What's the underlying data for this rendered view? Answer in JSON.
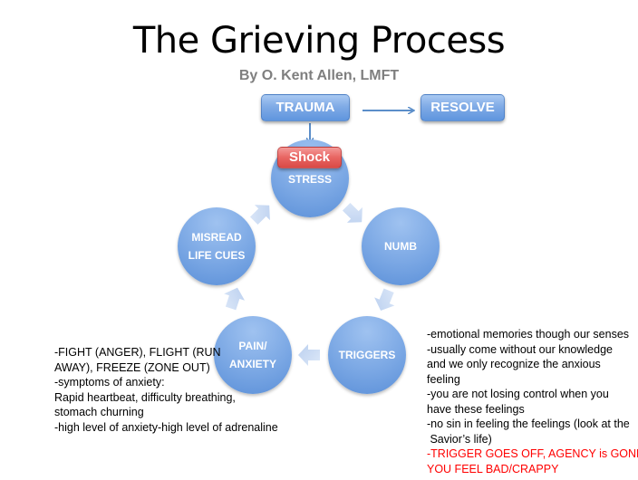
{
  "title": "The Grieving Process",
  "subtitle": "By O. Kent Allen, LMFT",
  "colors": {
    "node_blue": "#7aa7e4",
    "shock_red": "#e86562",
    "connector_blue": "#5b8ec9",
    "cycle_arrow": "#c9daf3",
    "warning_text": "#ff0000",
    "subtitle_gray": "#7f7f7f"
  },
  "top_flow": {
    "start": "TRAUMA",
    "end": "RESOLVE",
    "label_badge": "Shock"
  },
  "cycle": {
    "nodes": [
      {
        "id": "stress",
        "label": "STRESS"
      },
      {
        "id": "numb",
        "label": "NUMB"
      },
      {
        "id": "triggers",
        "label": "TRIGGERS"
      },
      {
        "id": "pain",
        "label": "PAIN/\nANXIETY"
      },
      {
        "id": "misread",
        "label": "MISREAD\nLIFE CUES"
      }
    ],
    "arrows": [
      {
        "from": "stress",
        "to": "numb"
      },
      {
        "from": "numb",
        "to": "triggers"
      },
      {
        "from": "triggers",
        "to": "pain"
      },
      {
        "from": "pain",
        "to": "misread"
      },
      {
        "from": "misread",
        "to": "stress"
      }
    ]
  },
  "notes_left": [
    "-FIGHT (ANGER), FLIGHT (RUN",
    "AWAY), FREEZE (ZONE OUT)",
    "-symptoms of anxiety:",
    "Rapid heartbeat, difficulty breathing,",
    "stomach churning",
    "-high level of anxiety-high level of adrenaline"
  ],
  "notes_right": [
    "-emotional memories though our senses",
    "-usually come without our knowledge",
    "and we only recognize the anxious",
    "feeling",
    "-you are not losing control when you",
    "have these feelings",
    "-no sin in feeling the feelings (look at the",
    " Savior’s life)"
  ],
  "notes_right_warning": [
    "-TRIGGER GOES OFF, AGENCY is GONE->",
    "YOU FEEL BAD/CRAPPY"
  ]
}
